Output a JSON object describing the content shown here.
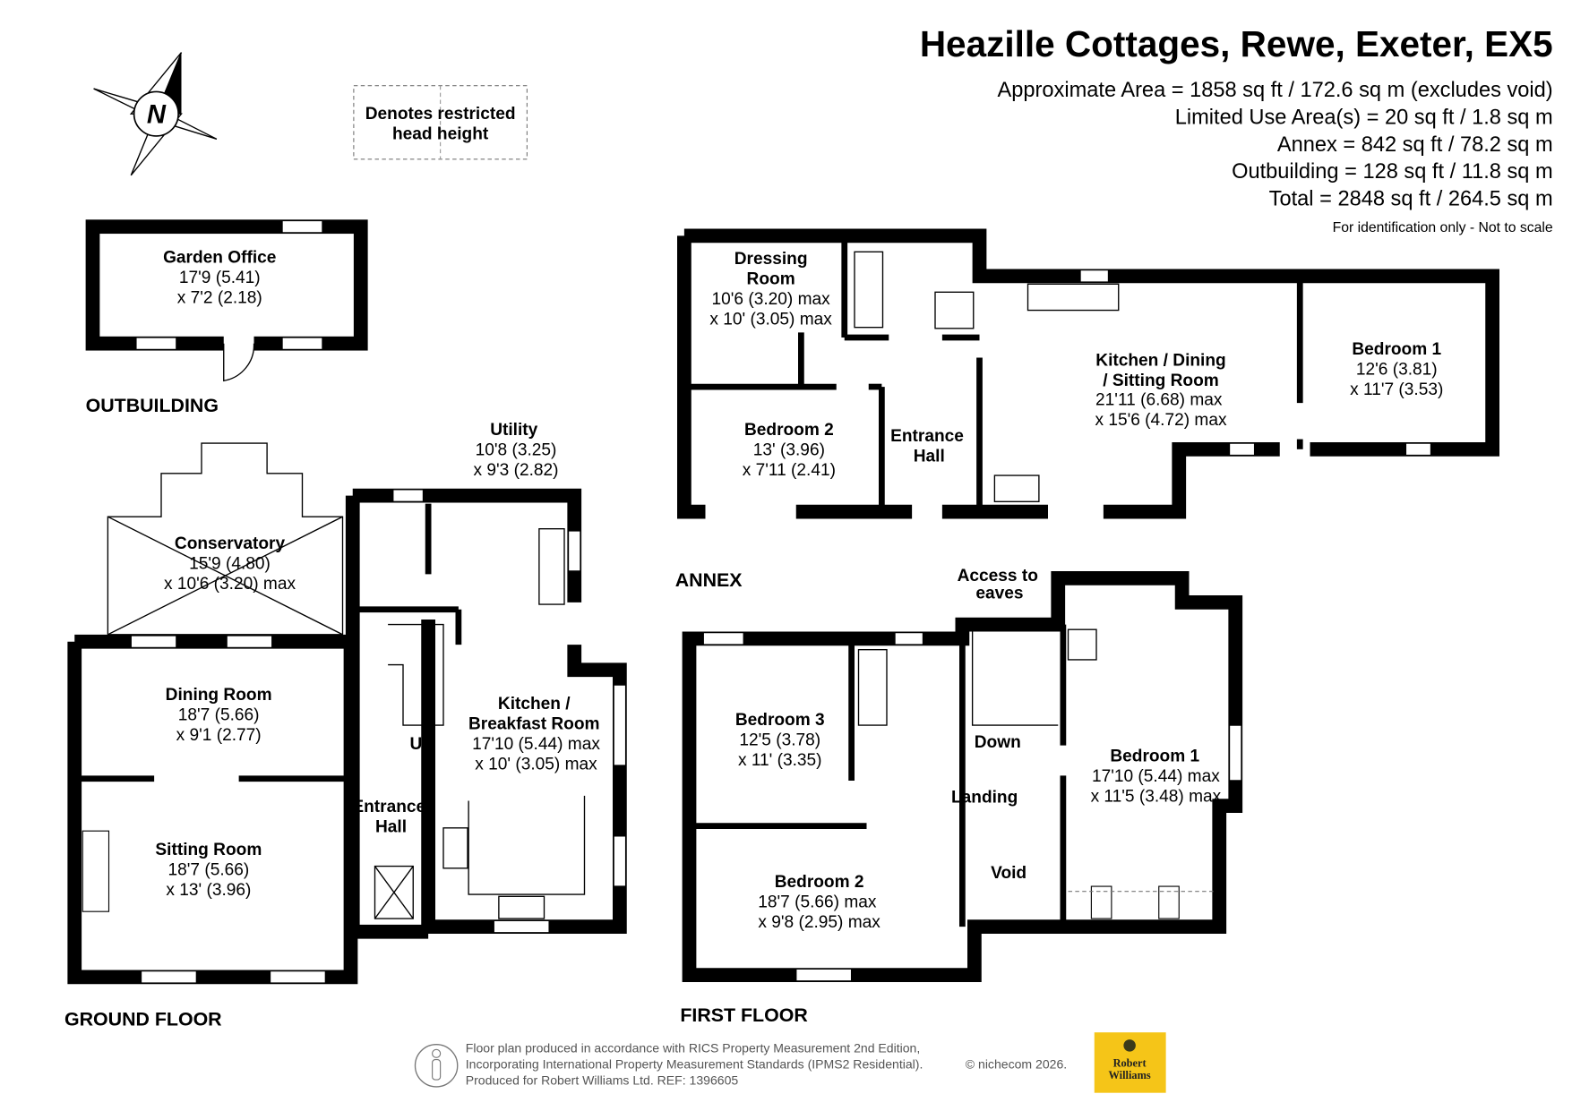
{
  "header": {
    "title": "Heazille Cottages, Rewe, Exeter, EX5",
    "areas": [
      "Approximate Area = 1858 sq ft / 172.6 sq m (excludes void)",
      "Limited Use Area(s) = 20 sq ft / 1.8 sq m",
      "Annex = 842 sq ft / 78.2 sq m",
      "Outbuilding = 128 sq ft / 11.8 sq m",
      "Total = 2848 sq ft / 264.5 sq m"
    ],
    "disclaimer": "For identification only - Not to scale"
  },
  "compass": {
    "letter": "N"
  },
  "legend": {
    "line1": "Denotes restricted",
    "line2": "head height"
  },
  "floors": {
    "outbuilding": "OUTBUILDING",
    "ground": "GROUND FLOOR",
    "annex": "ANNEX",
    "first": "FIRST FLOOR"
  },
  "rooms": {
    "garden_office": [
      "Garden Office",
      "17'9 (5.41)",
      "x 7'2 (2.18)"
    ],
    "conservatory": [
      "Conservatory",
      "15'9 (4.80)",
      "x 10'6 (3.20) max"
    ],
    "utility": [
      "Utility",
      "10'8 (3.25)",
      "x 9'3 (2.82)"
    ],
    "dining": [
      "Dining Room",
      "18'7 (5.66)",
      "x 9'1 (2.77)"
    ],
    "kitchen": [
      "Kitchen /",
      "Breakfast Room",
      "17'10 (5.44) max",
      "x 10' (3.05) max"
    ],
    "entrance_hall_g": [
      "Entrance",
      "Hall"
    ],
    "up": "Up",
    "sitting": [
      "Sitting Room",
      "18'7 (5.66)",
      "x 13' (3.96)"
    ],
    "dressing": [
      "Dressing",
      "Room",
      "10'6 (3.20) max",
      "x 10' (3.05) max"
    ],
    "annex_bed2": [
      "Bedroom 2",
      "13' (3.96)",
      "x 7'11 (2.41)"
    ],
    "annex_hall": [
      "Entrance",
      "Hall"
    ],
    "annex_kitchen": [
      "Kitchen / Dining",
      "/ Sitting Room",
      "21'11 (6.68) max",
      "x 15'6 (4.72) max"
    ],
    "annex_bed1": [
      "Bedroom 1",
      "12'6 (3.81)",
      "x 11'7 (3.53)"
    ],
    "eaves": [
      "Access to",
      "eaves"
    ],
    "bed3": [
      "Bedroom 3",
      "12'5 (3.78)",
      "x 11' (3.35)"
    ],
    "down": "Down",
    "landing": "Landing",
    "bed1": [
      "Bedroom 1",
      "17'10 (5.44) max",
      "x 11'5 (3.48) max"
    ],
    "bed2": [
      "Bedroom 2",
      "18'7 (5.66) max",
      "x 9'8 (2.95) max"
    ],
    "void": "Void"
  },
  "footer": {
    "lines": [
      "Floor plan produced in accordance with RICS Property Measurement 2nd Edition,",
      "Incorporating International Property Measurement Standards (IPMS2 Residential).",
      "Produced for Robert Williams Ltd.   REF: 1396605"
    ],
    "copyright": "© nichecom 2026.",
    "logo_text": [
      "Robert",
      "Williams"
    ],
    "logo_color": "#f5c518"
  }
}
